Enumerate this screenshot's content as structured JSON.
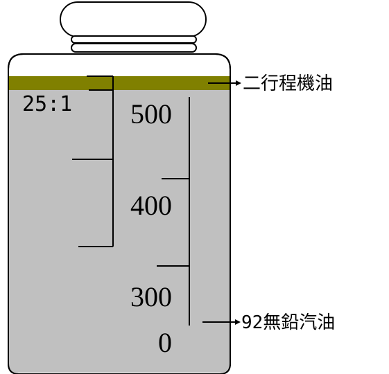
{
  "diagram": {
    "ratio_label": "25:1",
    "scale_labels": [
      "500",
      "400",
      "300",
      "0"
    ],
    "oil_label": "二行程機油",
    "gasoline_label": "92無鉛汽油",
    "colors": {
      "oil_layer": "#808000",
      "gasoline": "#c0c0c0",
      "outline": "#000000",
      "background": "#ffffff"
    }
  }
}
